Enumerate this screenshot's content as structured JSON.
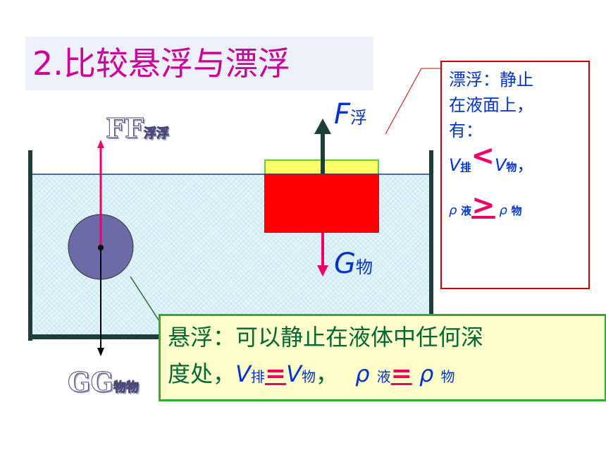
{
  "title": "2.比较悬浮与漂浮",
  "diagram": {
    "suspended_ball": {
      "buoyancy_label_letter": "FF",
      "buoyancy_label_sub": "浮浮",
      "gravity_label_letter": "GG",
      "gravity_label_sub": "物物"
    },
    "floating_block": {
      "buoyancy_letter": "F",
      "buoyancy_sub": "浮",
      "gravity_letter": "G",
      "gravity_sub": "物"
    }
  },
  "float_callout": {
    "line1": "漂浮：静止",
    "line2": "在液面上，",
    "line3": "有：",
    "v_letter": "V",
    "v_sub_pai": "排",
    "rel1": "<",
    "v_letter2": "V",
    "v_sub_wu": "物",
    "comma": "，",
    "rho": "ρ",
    "rho_sub_ye": "液",
    "rel2": ">",
    "rho2": "ρ",
    "rho_sub_wu": "物"
  },
  "suspend_callout": {
    "line1": "悬浮：可以静止在液体中任何深",
    "prefix": "度处，",
    "v_letter": "V",
    "v_sub_pai": "排",
    "rel1": "=",
    "v_letter2": "V",
    "v_sub_wu": "物",
    "comma": "，",
    "rho": "ρ",
    "rho_sub_ye": "液",
    "rel2": "=",
    "rho2": "ρ",
    "rho_sub_wu": "物"
  },
  "colors": {
    "title": "#cc0099",
    "arrow_pink": "#ee0066",
    "arrow_dark": "#1f3e3a",
    "block_red": "#ff0000",
    "ball": "#6b6ba8",
    "relation": "#ee0066"
  }
}
